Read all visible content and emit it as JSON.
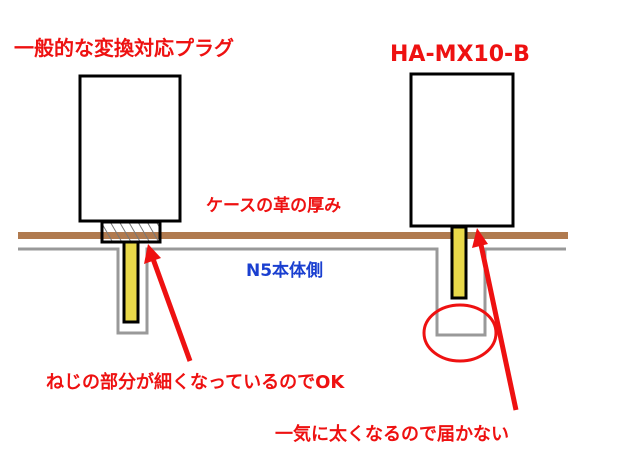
{
  "labels": {
    "left_title": "一般的な変換対応プラグ",
    "right_title": "HA-MX10-B",
    "case_leather": "ケースの革の厚み",
    "body_side": "N5本体側",
    "note_ok": "ねじの部分が細くなっているのでOK",
    "note_ng": "一気に太くなるので届かない"
  },
  "colors": {
    "text_red": "#ee1111",
    "text_blue": "#1a3fd0",
    "leather_brown": "#b07a4f",
    "body_gray": "#999999",
    "pin_yellow": "#e8d84a",
    "outline_black": "#000000",
    "arrow_red": "#ee1111"
  }
}
